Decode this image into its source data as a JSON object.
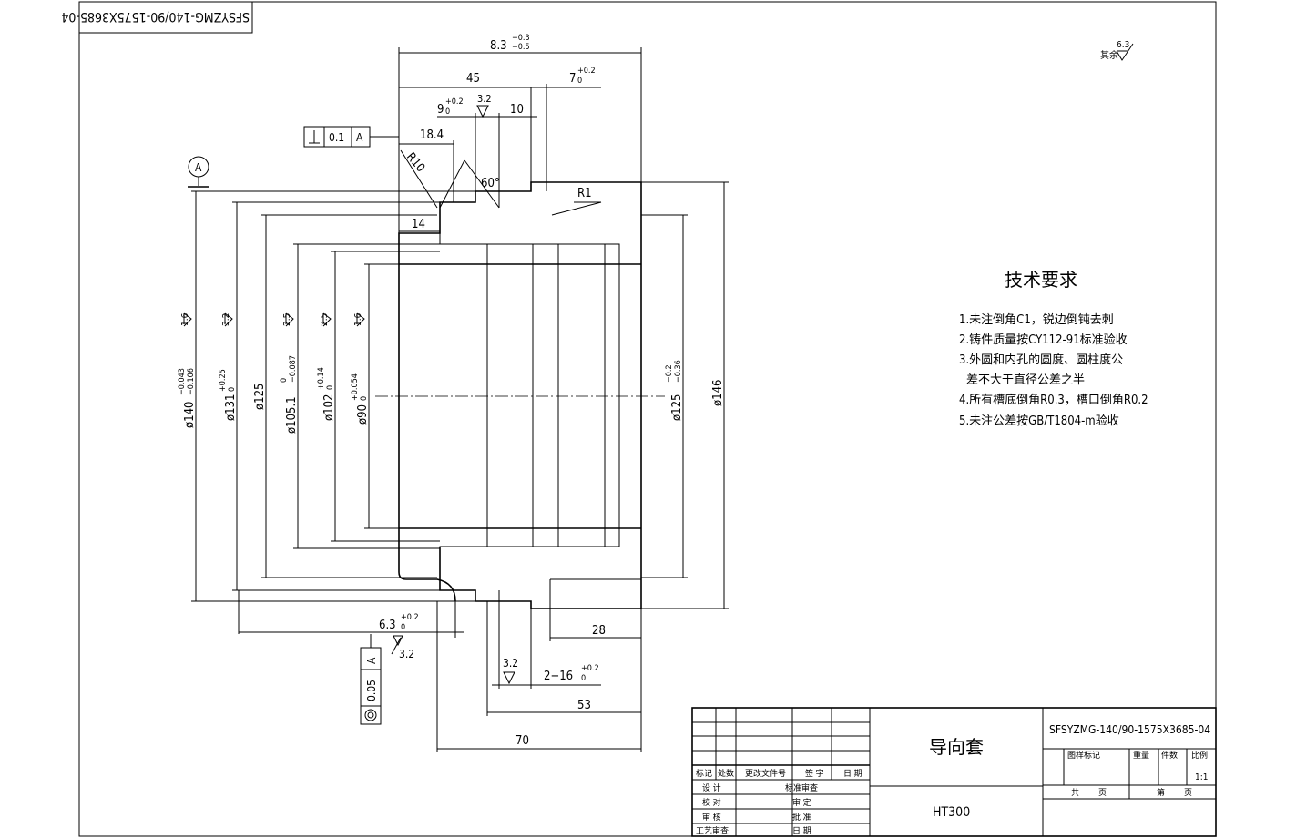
{
  "drawing_number": "SFSYZMG-140/90-1575X3685-04",
  "part_name": "导向套",
  "material": "HT300",
  "roughness_rest": {
    "label": "其余",
    "value": "6.3"
  },
  "tech_requirements": {
    "title": "技术要求",
    "items": [
      "1.未注倒角C1，锐边倒钝去刺",
      "2.铸件质量按CY112-91标准验收",
      "3.外圆和内孔的圆度、圆柱度公",
      "差不大于直径公差之半",
      "4.所有槽底倒角R0.3，槽口倒角R0.2",
      "5.未注公差按GB/T1804-m验收"
    ]
  },
  "datum": "A",
  "tolerances": {
    "perpendicularity": {
      "value": "0.1",
      "datum": "A"
    },
    "concentricity": {
      "value": "0.05",
      "datum": "A"
    }
  },
  "dimensions": {
    "overall_top": "8.3",
    "overall_top_tol_up": "−0.3",
    "overall_top_tol_dn": "−0.5",
    "d45": "45",
    "d7": "7",
    "d7_up": "+0.2",
    "d7_dn": "0",
    "d9": "9",
    "d9_up": "+0.2",
    "d9_dn": "0",
    "d10": "10",
    "d18": "18.4",
    "r10": "R10",
    "a60": "60°",
    "d14": "14",
    "r1": "R1",
    "d6_3": "6.3",
    "d6_3_up": "+0.2",
    "d6_3_dn": "0",
    "groove": "2−16",
    "groove_up": "+0.2",
    "groove_dn": "0",
    "d28": "28",
    "d53": "53",
    "d70": "70",
    "dia140": "ø140",
    "dia140_up": "−0.043",
    "dia140_dn": "−0.106",
    "dia131": "ø131",
    "dia131_up": "+0.25",
    "dia131_dn": "0",
    "dia125": "ø125",
    "dia105": "ø105.1",
    "dia105_up": "0",
    "dia105_dn": "−0.087",
    "dia102": "ø102",
    "dia102_up": "+0.14",
    "dia102_dn": "0",
    "dia90": "ø90",
    "dia90_up": "+0.054",
    "dia90_dn": "0",
    "dia125r": "ø125",
    "dia125r_up": "−0.2",
    "dia125r_dn": "−0.36",
    "dia146": "ø146"
  },
  "roughness": {
    "r16": "1.6",
    "r32": "3.2",
    "r25": "2.5",
    "r63": "6.3"
  },
  "title_block": {
    "rev_headers": [
      "标记",
      "处数",
      "更改文件号",
      "签 字",
      "日 期"
    ],
    "row_labels": [
      "设 计",
      "校 对",
      "审 核",
      "工艺审查"
    ],
    "approvals": [
      "标准审查",
      "审 定",
      "批 准",
      "日 期"
    ],
    "info_headers": [
      "图样标记",
      "重量",
      "件数",
      "比例"
    ],
    "scale": "1:1",
    "sheet_total": "共",
    "sheet_page": "页",
    "sheet_no": "第",
    "sheet_page2": "页"
  }
}
